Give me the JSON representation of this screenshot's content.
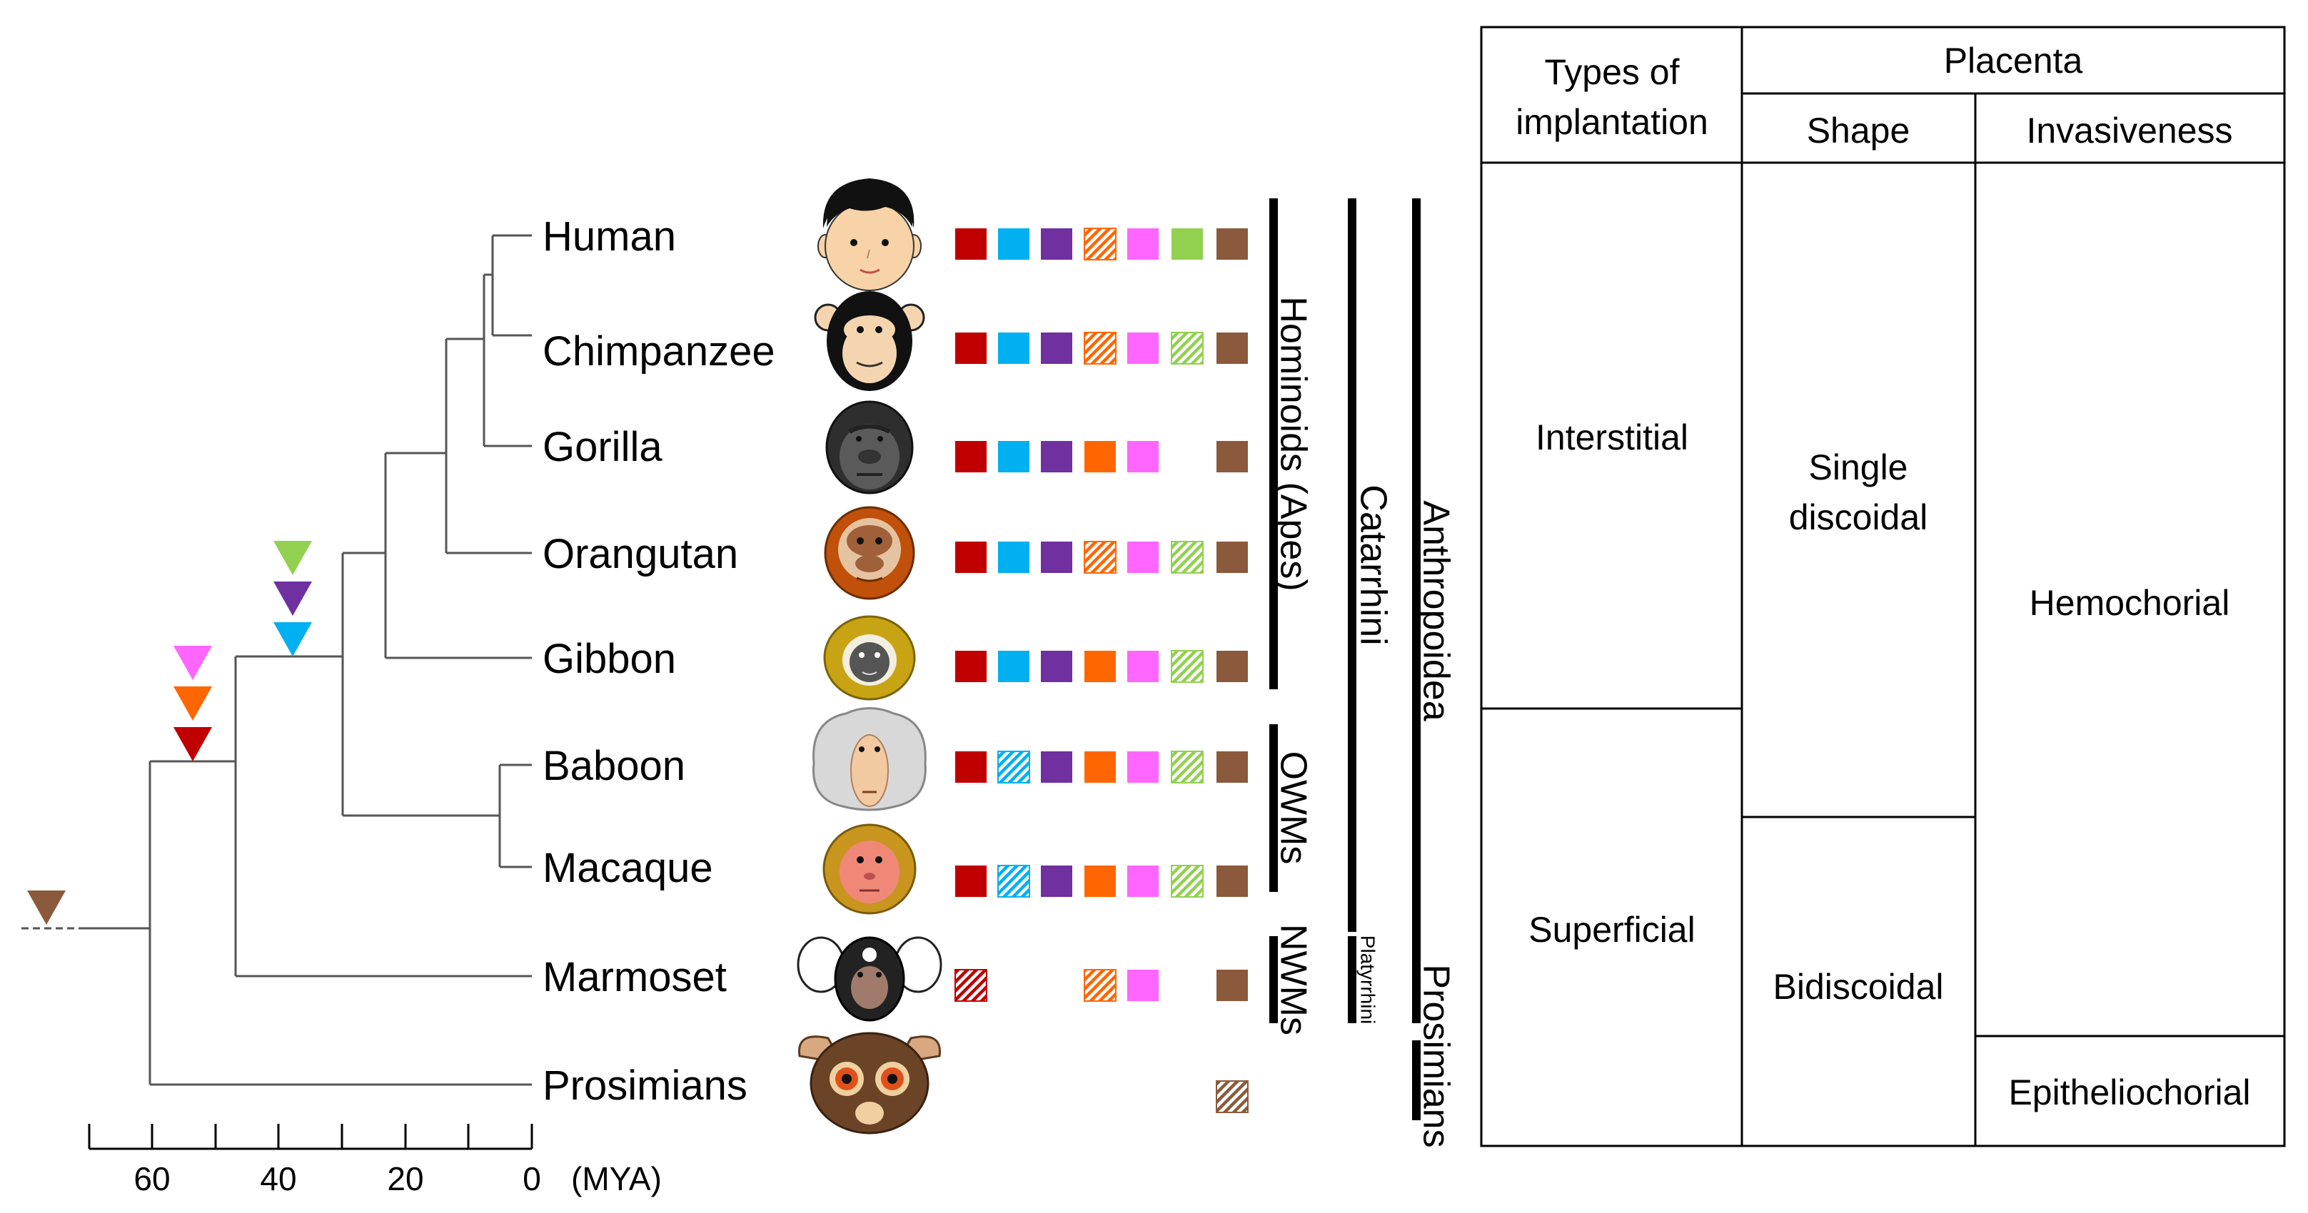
{
  "species": [
    {
      "name": "Human",
      "face": "human-face-icon",
      "markers": [
        "s",
        "s",
        "s",
        "h",
        "s",
        "s",
        "s"
      ]
    },
    {
      "name": "Chimpanzee",
      "face": "chimpanzee-face-icon",
      "markers": [
        "s",
        "s",
        "s",
        "h",
        "s",
        "h",
        "s"
      ]
    },
    {
      "name": "Gorilla",
      "face": "gorilla-face-icon",
      "markers": [
        "s",
        "s",
        "s",
        "s",
        "s",
        "",
        "s"
      ]
    },
    {
      "name": "Orangutan",
      "face": "orangutan-face-icon",
      "markers": [
        "s",
        "s",
        "s",
        "h",
        "s",
        "h",
        "s"
      ]
    },
    {
      "name": "Gibbon",
      "face": "gibbon-face-icon",
      "markers": [
        "s",
        "s",
        "s",
        "s",
        "s",
        "h",
        "s"
      ]
    },
    {
      "name": "Baboon",
      "face": "baboon-face-icon",
      "markers": [
        "s",
        "h",
        "s",
        "s",
        "s",
        "h",
        "s"
      ]
    },
    {
      "name": "Macaque",
      "face": "macaque-face-icon",
      "markers": [
        "s",
        "h",
        "s",
        "s",
        "s",
        "h",
        "s"
      ]
    },
    {
      "name": "Marmoset",
      "face": "marmoset-face-icon",
      "markers": [
        "h",
        "",
        "",
        "h",
        "s",
        "",
        "s"
      ]
    },
    {
      "name": "Prosimians",
      "face": "prosimian-face-icon",
      "markers": [
        "",
        "",
        "",
        "",
        "",
        "",
        "h"
      ]
    }
  ],
  "marker_colors": [
    "#c00000",
    "#00b0f0",
    "#7030a0",
    "#ff6600",
    "#ff66ff",
    "#92d050",
    "#8b5a3c"
  ],
  "triangles": [
    {
      "color": "#8b5a3c",
      "node": "root"
    },
    {
      "color": "#c00000",
      "node": "anthropoids"
    },
    {
      "color": "#ff6600",
      "node": "anthropoids"
    },
    {
      "color": "#ff66ff",
      "node": "anthropoids"
    },
    {
      "color": "#00b0f0",
      "node": "catarrhini"
    },
    {
      "color": "#7030a0",
      "node": "catarrhini"
    },
    {
      "color": "#92d050",
      "node": "catarrhini"
    }
  ],
  "groups": {
    "hominoids": "Hominoids (Apes)",
    "owms": "OWMs",
    "nwms": "NWMs",
    "catarrhini": "Catarrhini",
    "platyrrhini": "Platyrrhini",
    "anthropoidea": "Anthropoidea",
    "prosimians": "Prosimians"
  },
  "axis": {
    "ticks": [
      "60",
      "40",
      "20",
      "0"
    ],
    "unit": "(MYA)"
  },
  "table": {
    "col1_header": [
      "Types of",
      "implantation"
    ],
    "placenta_header": "Placenta",
    "shape_header": "Shape",
    "invasiveness_header": "Invasiveness",
    "implantation": [
      "Interstitial",
      "Superficial"
    ],
    "shape": [
      [
        "Single",
        "discoidal"
      ],
      [
        "Bidiscoidal"
      ]
    ],
    "invasiveness": [
      "Hemochorial",
      "Epitheliochorial"
    ]
  }
}
